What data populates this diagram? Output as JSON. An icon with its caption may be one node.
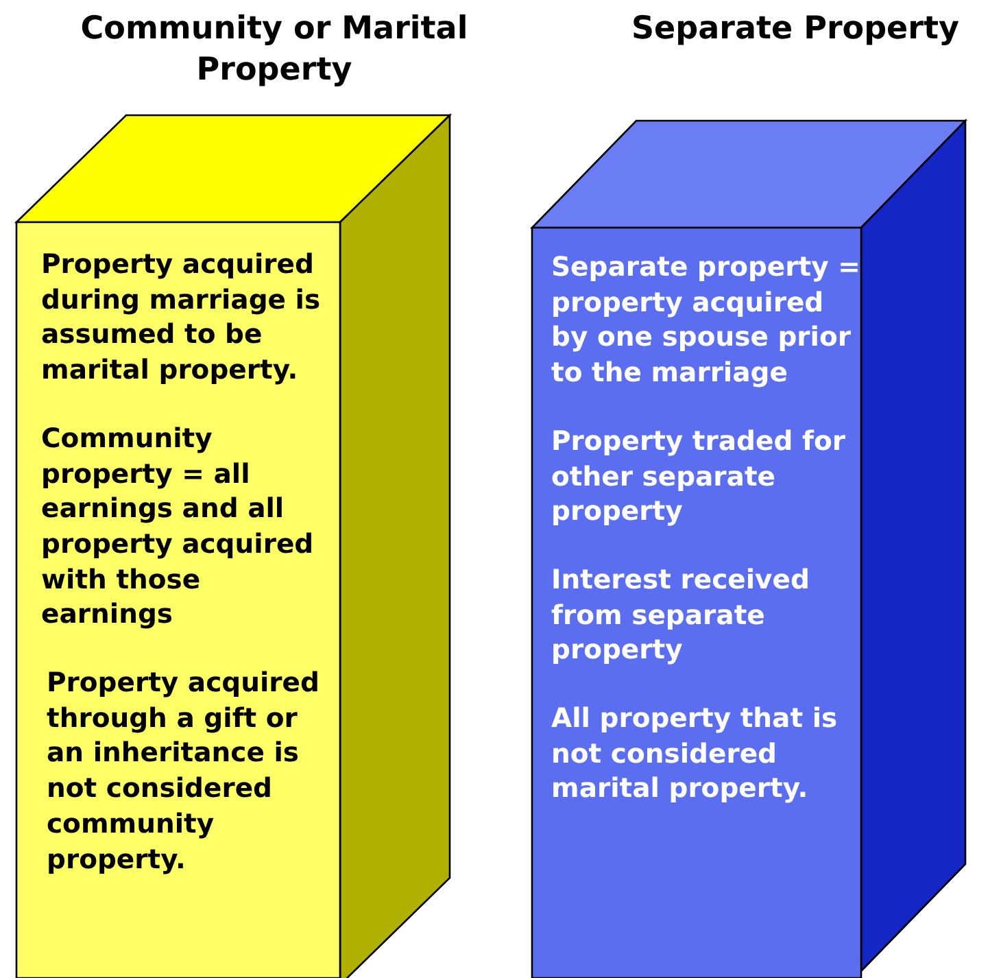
{
  "diagram": {
    "nodes": [
      {
        "text": [
          "Community or Marital Property",
          "Property acquired during marriage is assumed to be marital property.",
          "Community property = all earnings and all property acquired with those earnings",
          "Property acquired through a gift or an inheritance is not considered community property."
        ]
      },
      {
        "text": [
          "Separate Property",
          "Separate property = property acquired by one spouse prior to the marriage",
          "Property traded for other separate property",
          "Interest received from separate property",
          "All property that is not considered marital property."
        ]
      }
    ]
  }
}
